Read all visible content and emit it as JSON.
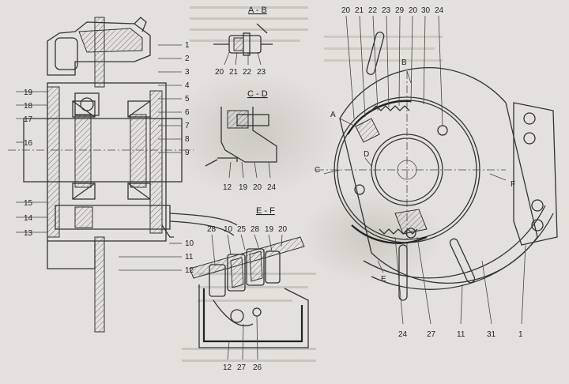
{
  "section_labels": {
    "ab": "A - B",
    "cd": "C - D",
    "ef": "E - F",
    "a": "A",
    "b": "B",
    "c": "C",
    "d": "D",
    "e": "E",
    "f": "F"
  },
  "left_labels": [
    "1",
    "2",
    "3",
    "4",
    "5",
    "6",
    "7",
    "8",
    "9",
    "10",
    "11",
    "12",
    "13",
    "14",
    "15",
    "16",
    "17",
    "18",
    "19"
  ],
  "ab_labels": [
    "20",
    "21",
    "22",
    "23"
  ],
  "cd_labels": [
    "12",
    "19",
    "20",
    "24"
  ],
  "ef_top_labels": [
    "28",
    "10",
    "25",
    "28",
    "19",
    "20"
  ],
  "ef_bottom_labels": [
    "12",
    "27",
    "26"
  ],
  "right_top_labels": [
    "20",
    "21",
    "22",
    "23",
    "29",
    "20",
    "30",
    "24"
  ],
  "right_bottom_labels": [
    "24",
    "27",
    "11",
    "31",
    "1"
  ]
}
